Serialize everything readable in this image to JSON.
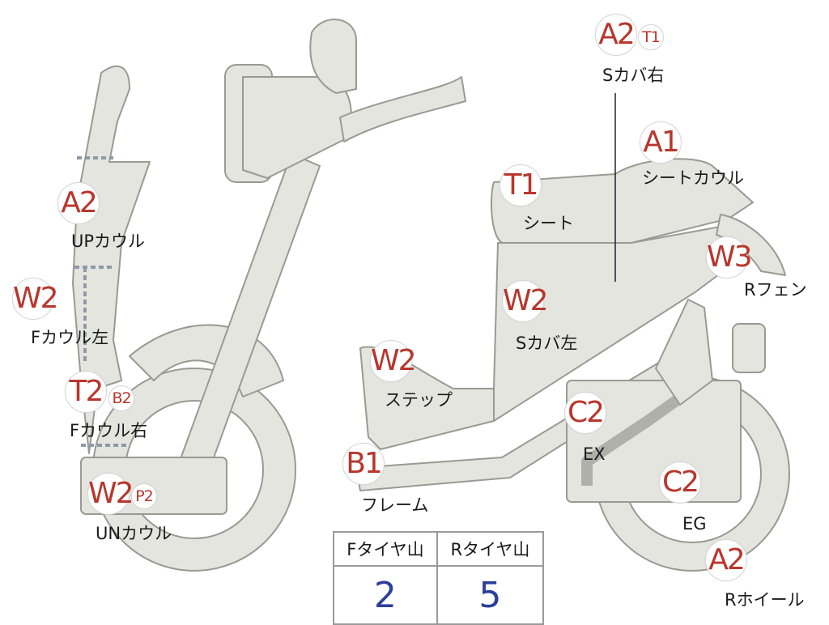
{
  "colors": {
    "body_fill": "#e5e5e0",
    "body_stroke": "#9a9a94",
    "badge_text": "#b8362c",
    "table_value": "#2c3f9a"
  },
  "badges": [
    {
      "id": "seat-cover-right-a2",
      "text": "A2",
      "size": "big"
    },
    {
      "id": "seat-cover-right-t1",
      "text": "T1",
      "size": "small"
    },
    {
      "id": "seat-cowl-a1",
      "text": "A1",
      "size": "big"
    },
    {
      "id": "seat-t1",
      "text": "T1",
      "size": "big"
    },
    {
      "id": "rear-fender-w3",
      "text": "W3",
      "size": "big"
    },
    {
      "id": "side-cover-left-w2",
      "text": "W2",
      "size": "big"
    },
    {
      "id": "step-w2",
      "text": "W2",
      "size": "big"
    },
    {
      "id": "frame-b1",
      "text": "B1",
      "size": "big"
    },
    {
      "id": "exhaust-c2",
      "text": "C2",
      "size": "big"
    },
    {
      "id": "engine-c2",
      "text": "C2",
      "size": "big"
    },
    {
      "id": "rear-wheel-a2",
      "text": "A2",
      "size": "big"
    },
    {
      "id": "upper-cowl-a2",
      "text": "A2",
      "size": "big"
    },
    {
      "id": "front-cowl-left-w2",
      "text": "W2",
      "size": "big"
    },
    {
      "id": "front-cowl-right-t2",
      "text": "T2",
      "size": "big"
    },
    {
      "id": "front-cowl-right-b2",
      "text": "B2",
      "size": "small"
    },
    {
      "id": "under-cowl-w2",
      "text": "W2",
      "size": "big"
    },
    {
      "id": "under-cowl-p2",
      "text": "P2",
      "size": "small"
    }
  ],
  "labels": {
    "seat_cover_right": "Sカバ右",
    "seat_cowl": "シートカウル",
    "seat": "シート",
    "rear_fender": "Rフェン",
    "side_cover_left": "Sカバ左",
    "step": "ステップ",
    "frame": "フレーム",
    "exhaust": "EX",
    "engine": "EG",
    "rear_wheel": "Rホイール",
    "upper_cowl": "UPカウル",
    "front_cowl_left": "Fカウル左",
    "front_cowl_right": "Fカウル右",
    "under_cowl": "UNカウル"
  },
  "tread_table": {
    "headers": [
      "Fタイヤ山",
      "Rタイヤ山"
    ],
    "values": [
      "2",
      "5"
    ]
  }
}
